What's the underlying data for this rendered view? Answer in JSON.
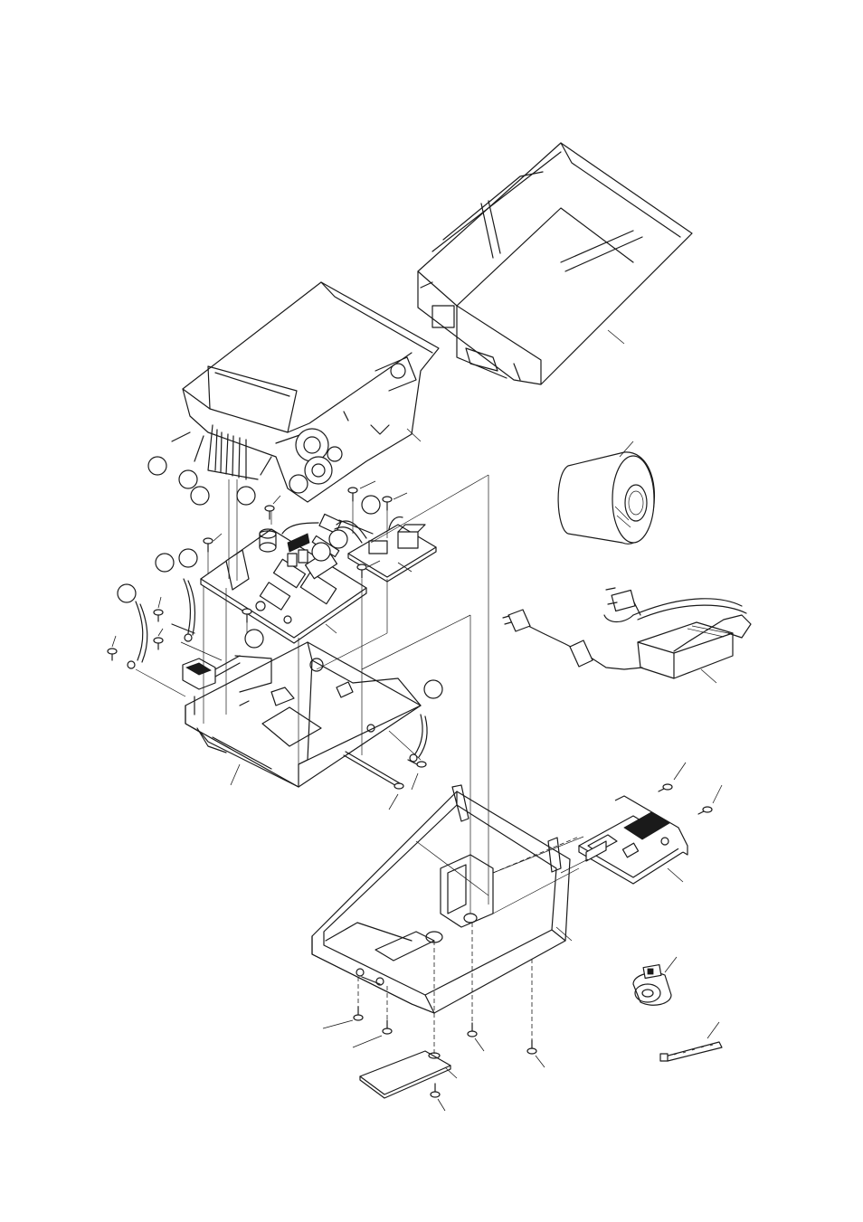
{
  "diagram": {
    "kind": "exploded-parts-view",
    "text_labels": []
  },
  "parts": [
    {
      "id": "top-cover",
      "icon": "printer-top-cover"
    },
    {
      "id": "printer-mechanism",
      "icon": "printer-mechanism-with-gears"
    },
    {
      "id": "paper-roll",
      "icon": "paper-roll"
    },
    {
      "id": "ac-adapter",
      "icon": "power-adapter-with-cable"
    },
    {
      "id": "main-board",
      "icon": "circuit-board"
    },
    {
      "id": "power-board",
      "icon": "small-circuit-board"
    },
    {
      "id": "frame",
      "icon": "metal-frame"
    },
    {
      "id": "lower-case",
      "icon": "lower-housing"
    },
    {
      "id": "interface-board",
      "icon": "interface-board"
    },
    {
      "id": "ferrite-core",
      "icon": "ferrite-core"
    },
    {
      "id": "cable-tie",
      "icon": "cable-tie"
    },
    {
      "id": "bottom-cover-plate",
      "icon": "cover-plate"
    },
    {
      "id": "power-switch",
      "icon": "rocker-switch"
    }
  ]
}
